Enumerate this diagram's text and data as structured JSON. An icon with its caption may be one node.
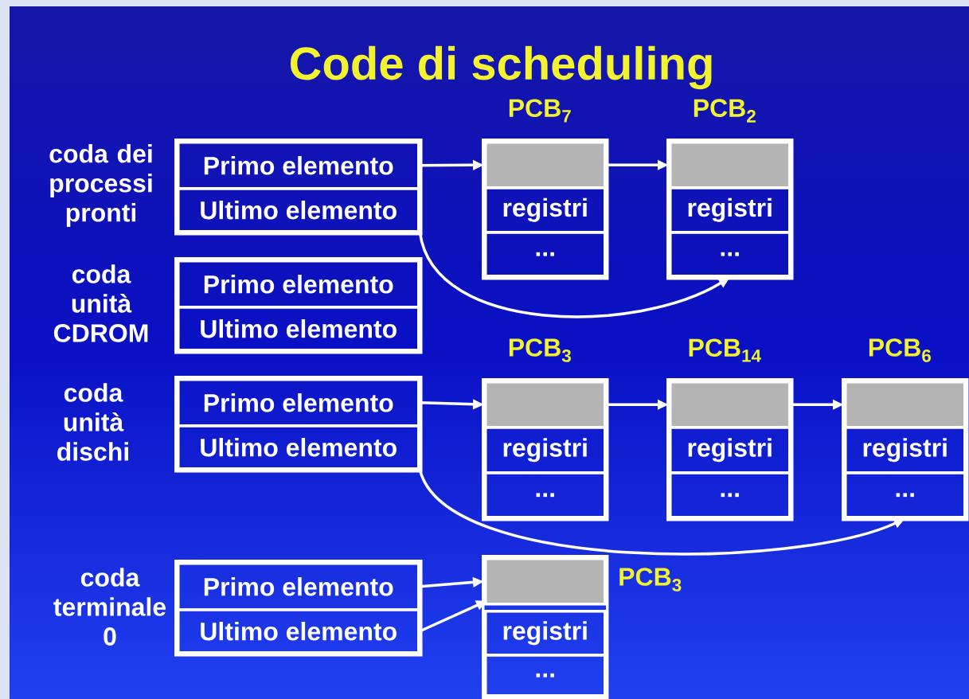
{
  "diagram": {
    "title": "Code di scheduling",
    "nodes": [
      {
        "text": [
          "coda dei processi pronti"
        ]
      },
      {
        "text": [
          "Primo elemento"
        ],
        "in": 0
      },
      {
        "text": [
          "Ultimo elemento"
        ],
        "in": 0
      },
      {
        "text": [
          "PCB$_{7}$"
        ]
      },
      {
        "text": [],
        "shape": "box",
        "in": 3
      },
      {
        "text": [
          "registri"
        ],
        "in": 3
      },
      {
        "text": [
          "..."
        ],
        "in": 3
      },
      {
        "text": [
          "PCB$_{2}$"
        ]
      },
      {
        "text": [],
        "shape": "box",
        "in": 7
      },
      {
        "text": [
          "registri"
        ],
        "in": 7
      },
      {
        "text": [
          "..."
        ],
        "in": 7
      },
      {
        "text": [
          "coda unità CDROM"
        ]
      },
      {
        "text": [
          "Primo elemento"
        ],
        "in": 11
      },
      {
        "text": [
          "Ultimo elemento"
        ],
        "in": 11
      },
      {
        "text": [
          "coda unità dischi"
        ]
      },
      {
        "text": [
          "Primo elemento"
        ],
        "in": 14
      },
      {
        "text": [
          "Ultimo elemento"
        ],
        "in": 14
      },
      {
        "text": [
          "PCB$_{3}$"
        ]
      },
      {
        "text": [],
        "shape": "box",
        "in": 17
      },
      {
        "text": [
          "registri"
        ],
        "in": 17
      },
      {
        "text": [
          "..."
        ],
        "in": 17
      },
      {
        "text": [
          "PCB$_{14}$"
        ]
      },
      {
        "text": [],
        "shape": "box",
        "in": 21
      },
      {
        "text": [
          "registri"
        ],
        "in": 21
      },
      {
        "text": [
          "..."
        ],
        "in": 21
      },
      {
        "text": [
          "PCB$_{6}$"
        ]
      },
      {
        "text": [],
        "shape": "box",
        "in": 25
      },
      {
        "text": [
          "registri"
        ],
        "in": 25
      },
      {
        "text": [
          "..."
        ],
        "in": 25
      },
      {
        "text": [
          "coda terminale 0"
        ]
      },
      {
        "text": [
          "Primo elemento"
        ],
        "in": 29
      },
      {
        "text": [
          "Ultimo elemento"
        ],
        "in": 29
      },
      {
        "text": [
          "PCB$_{3}$"
        ]
      },
      {
        "text": [],
        "shape": "box",
        "in": 32
      },
      {
        "text": [
          "registri"
        ],
        "in": 32
      },
      {
        "text": [
          "..."
        ],
        "in": 32
      }
    ],
    "edges": [
      {
        "from": 1,
        "to": 4,
        "arrow": "to"
      },
      {
        "from": 4,
        "to": 8,
        "arrow": "to"
      },
      {
        "from": 2,
        "to": 10,
        "arrow": "to"
      },
      {
        "from": 15,
        "to": 18,
        "arrow": "to"
      },
      {
        "from": 18,
        "to": 22,
        "arrow": "to"
      },
      {
        "from": 22,
        "to": 26,
        "arrow": "to"
      },
      {
        "from": 16,
        "to": 28,
        "arrow": "to"
      },
      {
        "from": 30,
        "to": 33,
        "arrow": "to"
      },
      {
        "from": 31,
        "to": 33,
        "arrow": "to"
      }
    ]
  }
}
